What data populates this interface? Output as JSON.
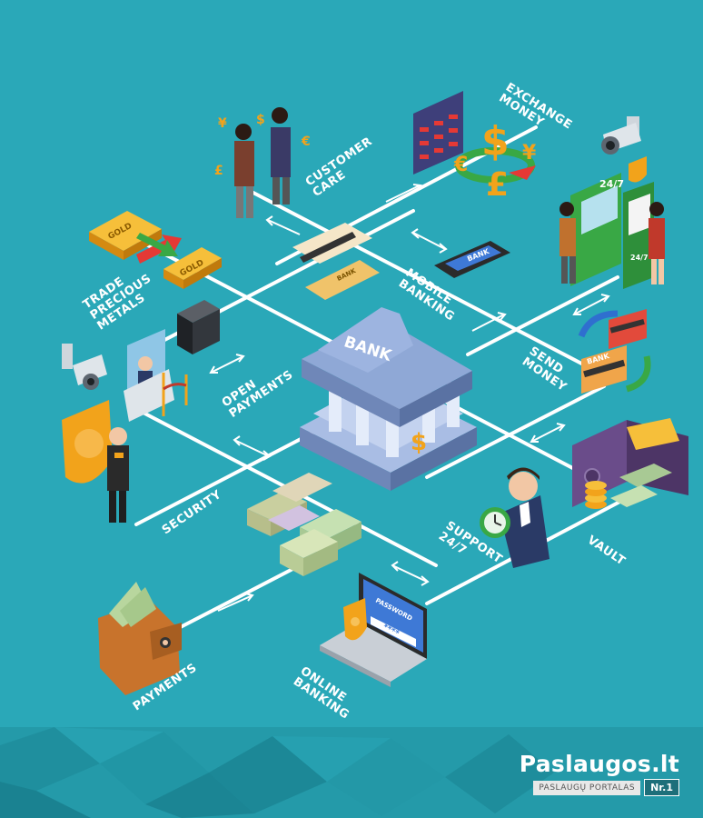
{
  "diagram": {
    "center_label": "BANK",
    "nodes": [
      {
        "id": "customer-care",
        "lines": [
          "CUSTOMER",
          "CARE"
        ]
      },
      {
        "id": "exchange-money",
        "lines": [
          "EXCHANGE",
          "MONEY"
        ]
      },
      {
        "id": "trade-precious-metals",
        "lines": [
          "TRADE",
          "PRECIOUS",
          "METALS"
        ]
      },
      {
        "id": "mobile-banking",
        "lines": [
          "MOBILE",
          "BANKING"
        ]
      },
      {
        "id": "open-payments",
        "lines": [
          "OPEN",
          "PAYMENTS"
        ]
      },
      {
        "id": "send-money",
        "lines": [
          "SEND",
          "MONEY"
        ]
      },
      {
        "id": "security",
        "lines": [
          "SECURITY"
        ]
      },
      {
        "id": "support-24-7",
        "lines": [
          "SUPPORT",
          "24/7"
        ]
      },
      {
        "id": "vault",
        "lines": [
          "VAULT"
        ]
      },
      {
        "id": "payments",
        "lines": [
          "PAYMENTS"
        ]
      },
      {
        "id": "online-banking",
        "lines": [
          "ONLINE",
          "BANKING"
        ]
      }
    ],
    "icon_texts": {
      "gold_1": "GOLD",
      "gold_2": "GOLD",
      "atm_sign": "24/7",
      "atm_side": "24/7",
      "phone_screen": "BANK",
      "card_bank": "BANK",
      "send_card": "BANK",
      "password_title": "PASSWORD",
      "password_mask": "****"
    }
  },
  "brand": {
    "name": "Paslaugos.lt",
    "tagline": "PASLAUGŲ PORTALAS",
    "badge": "Nr.1"
  },
  "colors": {
    "background": "#2aa8b8",
    "bank": "#8fa8d6",
    "gold": "#f2a31b",
    "connector": "#ffffff"
  }
}
